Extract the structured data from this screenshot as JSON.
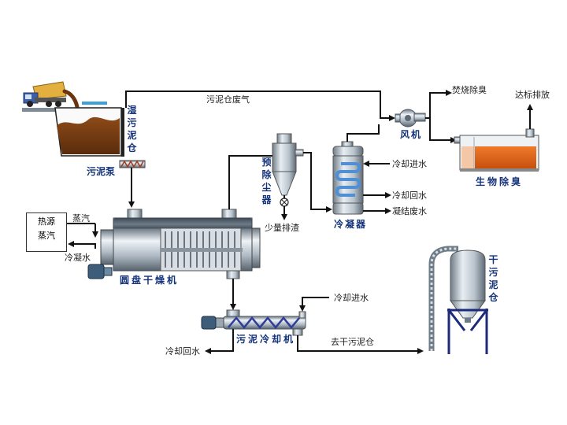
{
  "labels": {
    "wet_silo": "湿污泥仓",
    "sludge_pump": "污泥泵",
    "silo_exhaust": "污泥仓废气",
    "heat_source_line1": "热源",
    "heat_source_line2": "蒸汽",
    "steam": "蒸汽",
    "condensate": "冷凝水",
    "disc_dryer": "圆盘干燥机",
    "pre_dust_collector": "预除尘器",
    "little_slag": "少量排渣",
    "condenser": "冷凝器",
    "cooling_in_1": "冷却进水",
    "cooling_return_1": "冷却回水",
    "condensed_wastewater": "凝结废水",
    "fan": "风机",
    "incineration_deodor": "焚烧除臭",
    "bio_deodor": "生物除臭",
    "emission": "达标排放",
    "sludge_cooler": "污泥冷却机",
    "cooling_in_2": "冷却进水",
    "cooling_return_2": "冷却回水",
    "to_dry_silo": "去干污泥仓",
    "dry_silo": "干污泥仓"
  },
  "colors": {
    "flow_line": "#111111",
    "label_accent": "#14337a",
    "sludge_brown": "#7a3e12",
    "steel": "#9aa7b2",
    "coil_blue": "#4f8fd6",
    "screw_blue": "#2f3c9a",
    "bio_media": "#e2621a"
  },
  "icons": [
    "dump-truck-icon",
    "fan-icon",
    "valve-icon",
    "motor-icon"
  ]
}
